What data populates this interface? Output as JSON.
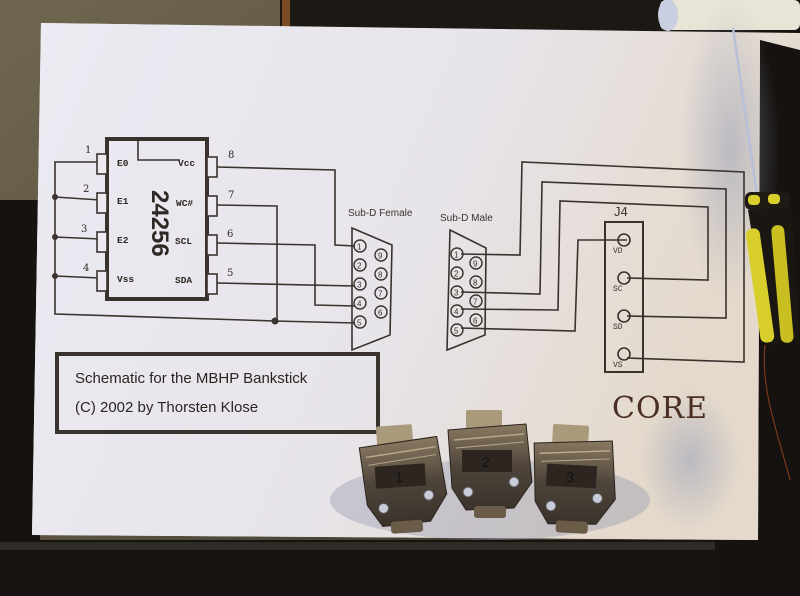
{
  "photo": {
    "subject": "Printed schematic on workbench with three Sub-D connector hoods and a screwdriver",
    "colors": {
      "bench": "#6b6048",
      "bench_dark": "#1b1714",
      "paper": "#e9e8ef",
      "paper_warm": "#e6dcd0",
      "ink": "#3a322d",
      "screwdriver_yellow": "#d9cf2a",
      "hood_metal": "#5c5147"
    }
  },
  "schematic": {
    "chip": {
      "part_number": "24256",
      "left_pins": [
        {
          "number": "1",
          "label": "E0"
        },
        {
          "number": "2",
          "label": "E1"
        },
        {
          "number": "3",
          "label": "E2"
        },
        {
          "number": "4",
          "label": "Vss"
        }
      ],
      "right_pins": [
        {
          "number": "8",
          "label": "Vcc"
        },
        {
          "number": "7",
          "label": "WC#"
        },
        {
          "number": "6",
          "label": "SCL"
        },
        {
          "number": "5",
          "label": "SDA"
        }
      ]
    },
    "female_connector": {
      "label": "Sub-D Female",
      "pins_left": [
        "1",
        "2",
        "3",
        "4",
        "5"
      ],
      "pins_right": [
        "9",
        "8",
        "7",
        "6"
      ]
    },
    "male_connector": {
      "label": "Sub-D Male",
      "pins_left": [
        "1",
        "2",
        "3",
        "4",
        "5"
      ],
      "pins_right": [
        "9",
        "8",
        "7",
        "6"
      ]
    },
    "header": {
      "label": "J4",
      "pins": [
        "VD",
        "SC",
        "SD",
        "VS"
      ]
    },
    "title_box": {
      "line1": "Schematic for the MBHP Bankstick",
      "line2": "(C) 2002 by Thorsten Klose"
    },
    "module_label": "CORE"
  },
  "hoods": [
    {
      "number": "1"
    },
    {
      "number": "2"
    },
    {
      "number": "3"
    }
  ]
}
